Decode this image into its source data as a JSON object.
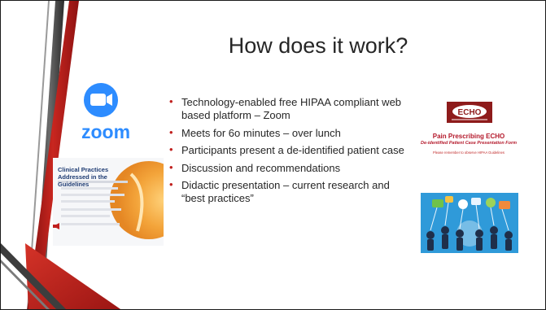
{
  "slide": {
    "title": "How does it work?",
    "bullets": [
      "Technology-enabled free HIPAA compliant web based platform – Zoom",
      "Meets for 6o minutes – over lunch",
      "Participants present a de-identified patient case",
      "Discussion and recommendations",
      "Didactic presentation – current research and “best practices”"
    ],
    "bullet_glyph": "•"
  },
  "zoom": {
    "wordmark": "zoom",
    "icon": "zoom-camera-icon",
    "color": "#2d8cff"
  },
  "clinical_image": {
    "heading": "Clinical Practices Addressed in the Guidelines"
  },
  "echo": {
    "logo_text": "ECHO",
    "title": "Pain Prescribing ECHO",
    "subtitle": "De-identified Patient Case Presentation Form",
    "note": "Please remember to observe HIPAA Guidelines"
  },
  "colors": {
    "accent_red": "#c0201e",
    "dark_stripe": "#3a3a3a",
    "text": "#262626"
  }
}
